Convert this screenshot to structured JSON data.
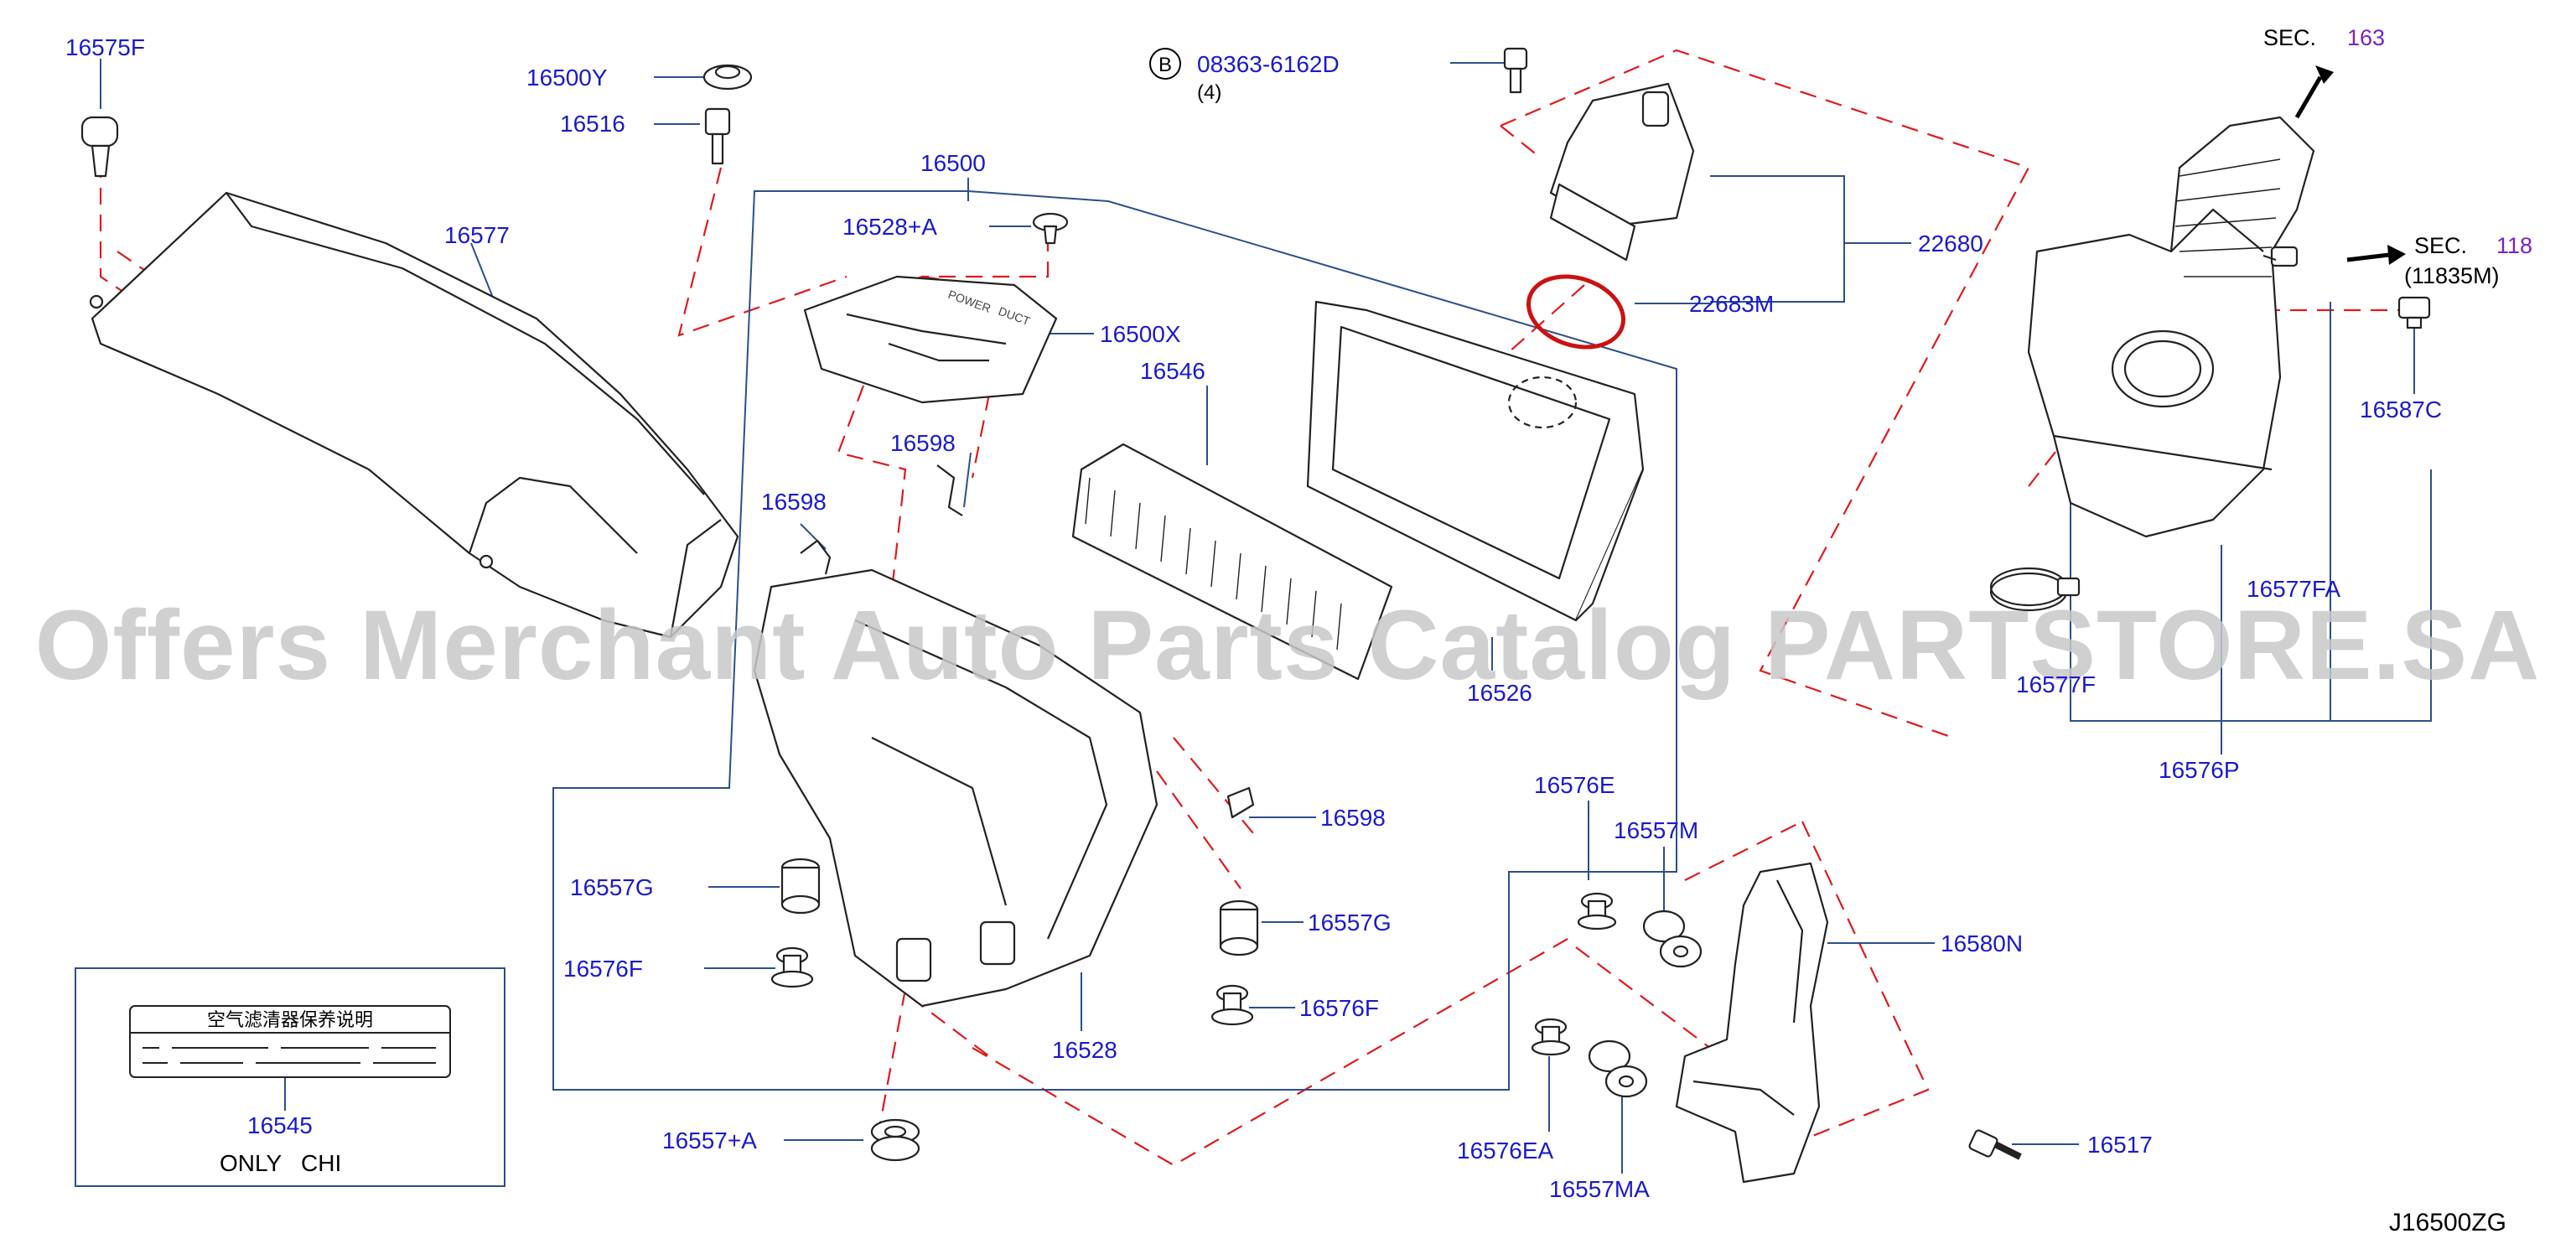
{
  "colors": {
    "label": "#1a1acc",
    "leader": "#2d4f8a",
    "dash": "#e0191c",
    "part": "#222222",
    "sec_ref": "#7a22c8",
    "watermark": "#c8c8c8"
  },
  "watermark": "Offers Merchant Auto Parts Catalog PARTSTORE.SA",
  "diagram_code": "J16500ZG",
  "bolt_note": {
    "circle_letter": "B",
    "part": "08363-6162D",
    "qty": "(4)"
  },
  "sec_refs": [
    {
      "prefix": "SEC.",
      "num": "163",
      "sub": ""
    },
    {
      "prefix": "SEC.",
      "num": "118",
      "sub": "(11835M)"
    }
  ],
  "label_box": {
    "sticker_text": "空气滤清器保养说明",
    "part": "16545",
    "note": "ONLY   CHI"
  },
  "parts": [
    "16575F",
    "16500Y",
    "16516",
    "16500",
    "16577",
    "16528+A",
    "16500X",
    "16546",
    "16598",
    "16598",
    "16598",
    "22680",
    "22683M",
    "16526",
    "16557G",
    "16576F",
    "16557G",
    "16576F",
    "16528",
    "16557+A",
    "16576E",
    "16557M",
    "16580N",
    "16576EA",
    "16557MA",
    "16517",
    "16577FA",
    "16577F",
    "16576P",
    "16587C"
  ]
}
